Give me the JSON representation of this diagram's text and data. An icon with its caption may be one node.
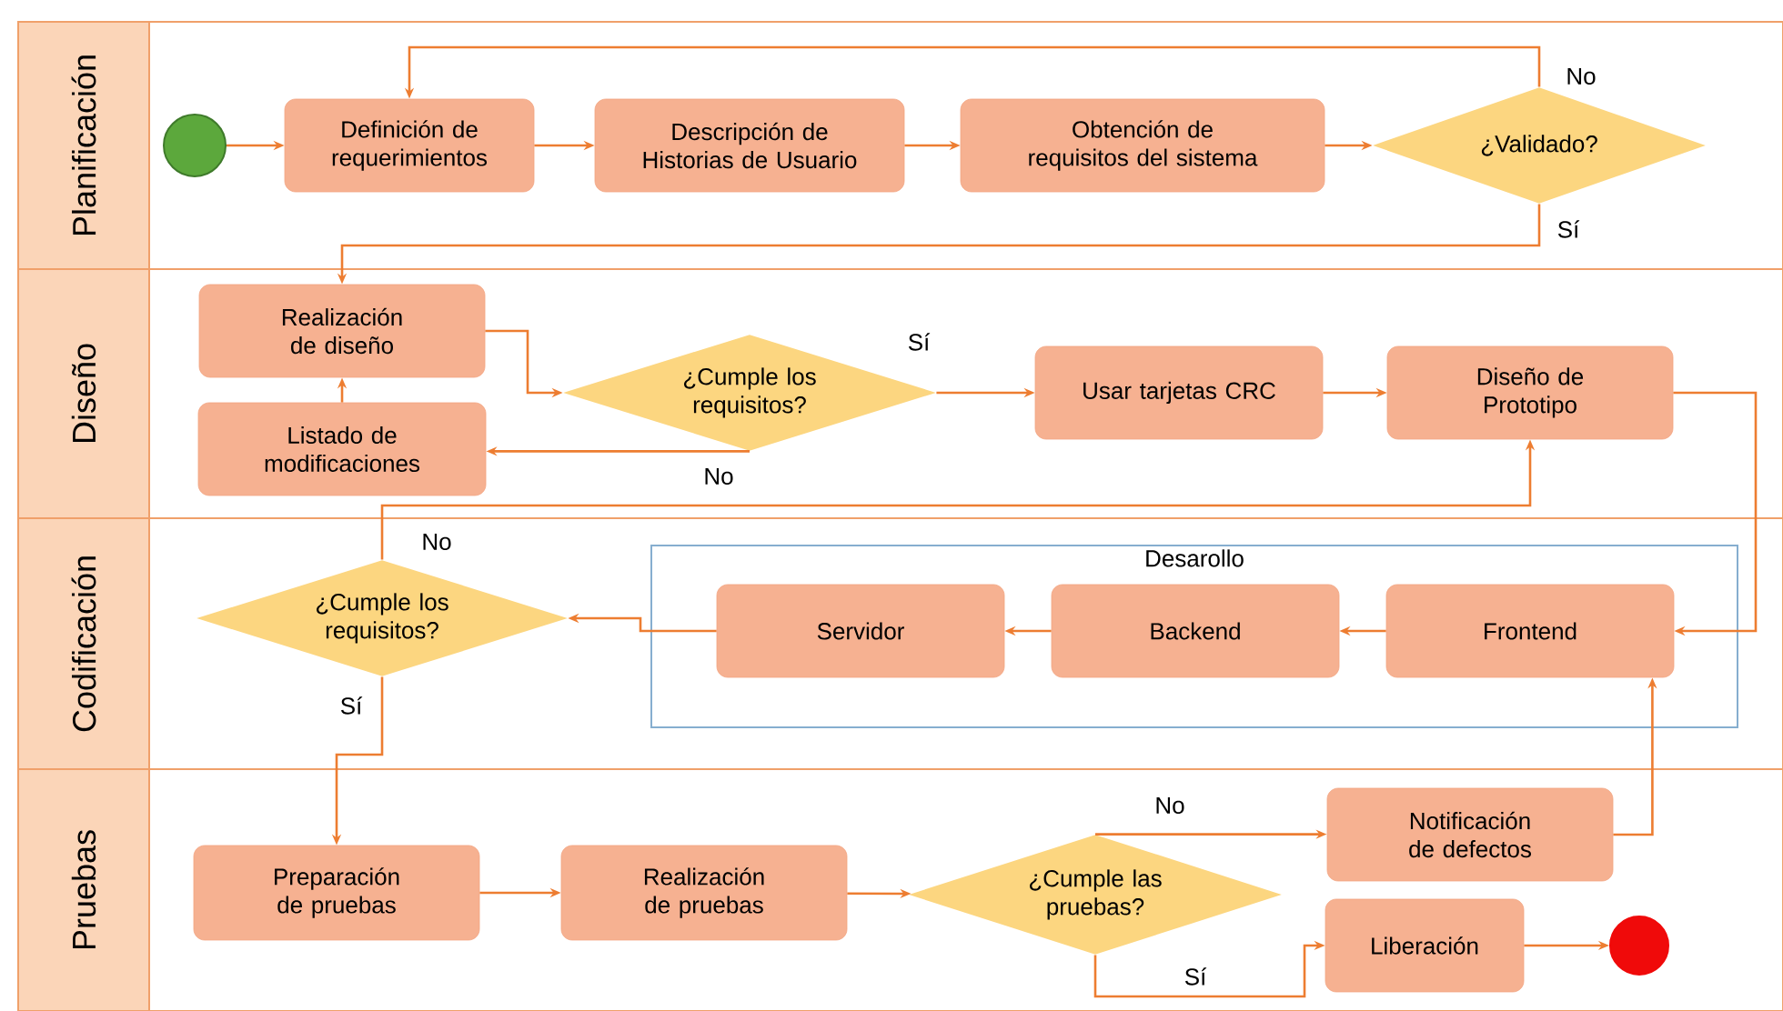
{
  "diagram": {
    "nodes": [
      {
        "text": [
          "Planificación"
        ]
      },
      {
        "text": [
          "Diseño"
        ]
      },
      {
        "text": [
          "Codificación"
        ]
      },
      {
        "text": [
          "Pruebas"
        ]
      },
      {
        "text": [],
        "shape": "circle",
        "in": 0
      },
      {
        "text": [
          "Definición de requerimientos"
        ],
        "in": 0
      },
      {
        "text": [
          "Descripción de Historias de Usuario"
        ],
        "in": 0
      },
      {
        "text": [
          "Obtención de requisitos del sistema"
        ],
        "in": 0
      },
      {
        "text": [
          "¿Validado?"
        ],
        "in": 0
      },
      {
        "text": [
          "Realización de diseño"
        ],
        "in": 1
      },
      {
        "text": [
          "¿Cumple los requisitos?"
        ],
        "in": 1
      },
      {
        "text": [
          "Usar tarjetas CRC"
        ],
        "in": 1
      },
      {
        "text": [
          "Diseño de Prototipo"
        ],
        "in": 1
      },
      {
        "text": [
          "Listado de modificaciones"
        ],
        "in": 1
      },
      {
        "text": [
          "¿Cumple los requisitos?"
        ],
        "in": 2
      },
      {
        "text": [
          "Desarollo"
        ],
        "in": 2
      },
      {
        "text": [
          "Servidor"
        ],
        "in": 15
      },
      {
        "text": [
          "Backend"
        ],
        "in": 15
      },
      {
        "text": [
          "Frontend"
        ],
        "in": 15
      },
      {
        "text": [
          "Preparación de pruebas"
        ],
        "in": 3
      },
      {
        "text": [
          "Realización de pruebas"
        ],
        "in": 3
      },
      {
        "text": [
          "¿Cumple las pruebas?"
        ],
        "in": 3
      },
      {
        "text": [
          "Notificación de defectos"
        ],
        "in": 3
      },
      {
        "text": [
          "Liberación"
        ],
        "in": 3
      },
      {
        "text": [],
        "shape": "circle",
        "in": 3
      }
    ],
    "edges": [
      {
        "from": 4,
        "to": 5,
        "arrow": "to"
      },
      {
        "from": 5,
        "to": 6,
        "arrow": "to"
      },
      {
        "from": 6,
        "to": 7,
        "arrow": "to"
      },
      {
        "from": 7,
        "to": 8,
        "arrow": "to"
      },
      {
        "from": 8,
        "to": 5,
        "arrow": "to",
        "label": "No"
      },
      {
        "from": 8,
        "to": 9,
        "arrow": "to",
        "label": "Sí"
      },
      {
        "from": 9,
        "to": 10,
        "arrow": "to"
      },
      {
        "from": 10,
        "to": 11,
        "arrow": "to",
        "label": "Sí"
      },
      {
        "from": 11,
        "to": 12,
        "arrow": "to"
      },
      {
        "from": 10,
        "to": 13,
        "arrow": "to",
        "label": "No"
      },
      {
        "from": 13,
        "to": 9,
        "arrow": "to"
      },
      {
        "from": 14,
        "to": 12,
        "arrow": "to",
        "label": "No"
      },
      {
        "from": 12,
        "to": 18,
        "arrow": "to"
      },
      {
        "from": 18,
        "to": 17,
        "arrow": "to"
      },
      {
        "from": 17,
        "to": 16,
        "arrow": "to"
      },
      {
        "from": 16,
        "to": 14,
        "arrow": "to"
      },
      {
        "from": 14,
        "to": 19,
        "arrow": "to",
        "label": "Sí"
      },
      {
        "from": 19,
        "to": 20,
        "arrow": "to"
      },
      {
        "from": 20,
        "to": 21,
        "arrow": "to"
      },
      {
        "from": 21,
        "to": 22,
        "arrow": "to",
        "label": "No"
      },
      {
        "from": 21,
        "to": 23,
        "arrow": "to",
        "label": "Sí"
      },
      {
        "from": 22,
        "to": 18,
        "arrow": "to"
      },
      {
        "from": 23,
        "to": 24,
        "arrow": "to"
      }
    ]
  }
}
